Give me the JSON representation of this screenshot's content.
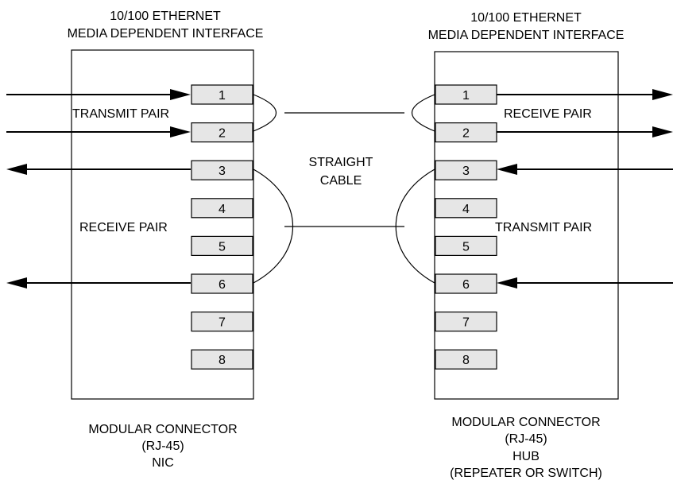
{
  "left_connector": {
    "header_line1": "10/100 ETHERNET",
    "header_line2": "MEDIA DEPENDENT INTERFACE",
    "transmit_label": "TRANSMIT PAIR",
    "receive_label": "RECEIVE PAIR",
    "footer_line1": "MODULAR CONNECTOR",
    "footer_line2": "(RJ-45)",
    "footer_line3": "NIC"
  },
  "right_connector": {
    "header_line1": "10/100 ETHERNET",
    "header_line2": "MEDIA DEPENDENT INTERFACE",
    "receive_label": "RECEIVE PAIR",
    "transmit_label": "TRANSMIT PAIR",
    "footer_line1": "MODULAR CONNECTOR",
    "footer_line2": "(RJ-45)",
    "footer_line3": "HUB",
    "footer_line4": "(REPEATER OR SWITCH)"
  },
  "cable": {
    "line1": "STRAIGHT",
    "line2": "CABLE"
  },
  "pins": [
    "1",
    "2",
    "3",
    "4",
    "5",
    "6",
    "7",
    "8"
  ]
}
